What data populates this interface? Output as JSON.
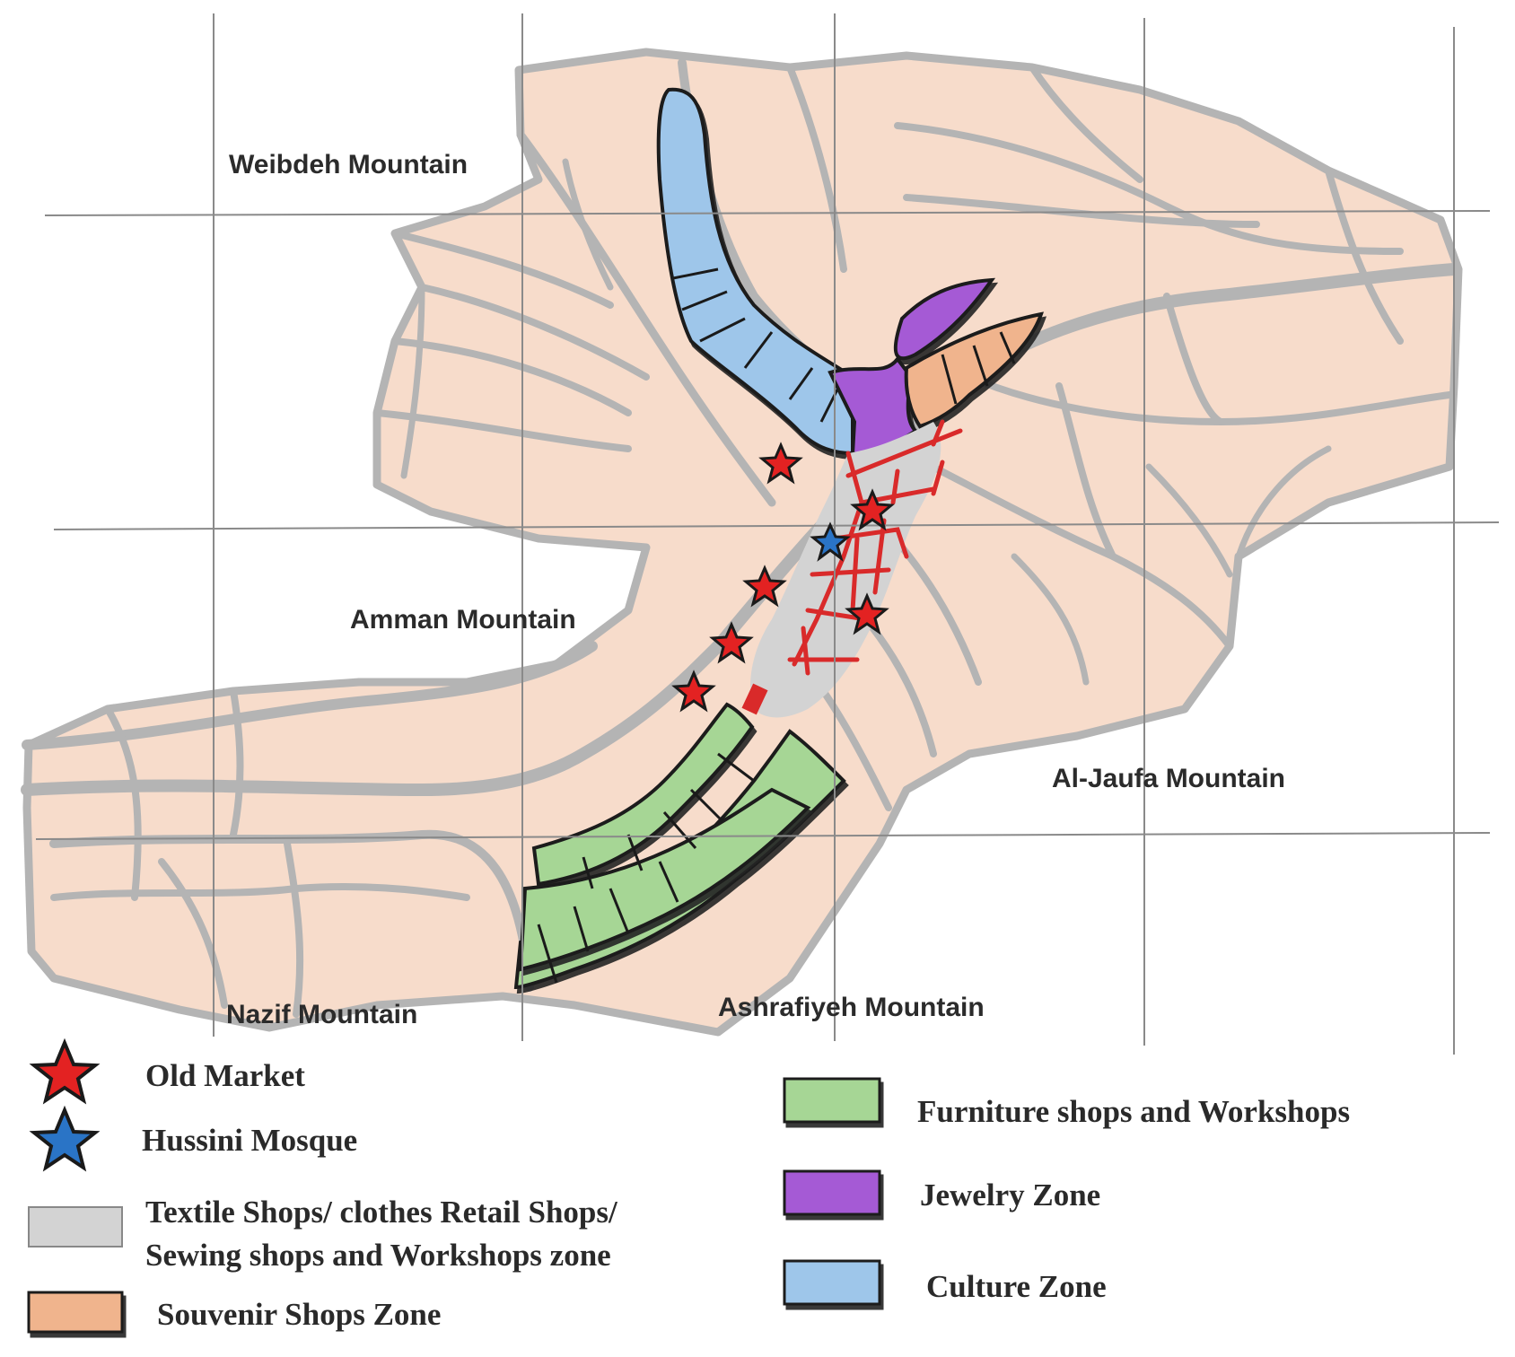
{
  "colors": {
    "land": "#f7dccb",
    "road": "#b4b4b4",
    "grid": "#8a8a8a",
    "textile": "#d3d3d3",
    "souvenir": "#f0b48d",
    "furniture": "#a6d695",
    "jewelry": "#a55ad5",
    "culture": "#9ec6ea",
    "old_market_star": "#e32222",
    "mosque_star": "#2a74c6",
    "market_lanes": "#d92a2a"
  },
  "labels": {
    "weibdeh": "Weibdeh Mountain",
    "amman": "Amman Mountain",
    "jaufa": "Al-Jaufa Mountain",
    "nazif": "Nazif Mountain",
    "ashrafiyeh": "Ashrafiyeh Mountain"
  },
  "legend": {
    "old_market": "Old Market",
    "hussini_mosque": "Hussini  Mosque",
    "textile_line1": "Textile Shops/ clothes Retail Shops/",
    "textile_line2": "Sewing shops and Workshops zone",
    "souvenir": "Souvenir Shops Zone",
    "furniture": "Furniture shops and Workshops",
    "jewelry": "Jewelry Zone",
    "culture": "Culture Zone"
  },
  "icons": {
    "old_market": "red-star-icon",
    "hussini_mosque": "blue-star-icon"
  }
}
